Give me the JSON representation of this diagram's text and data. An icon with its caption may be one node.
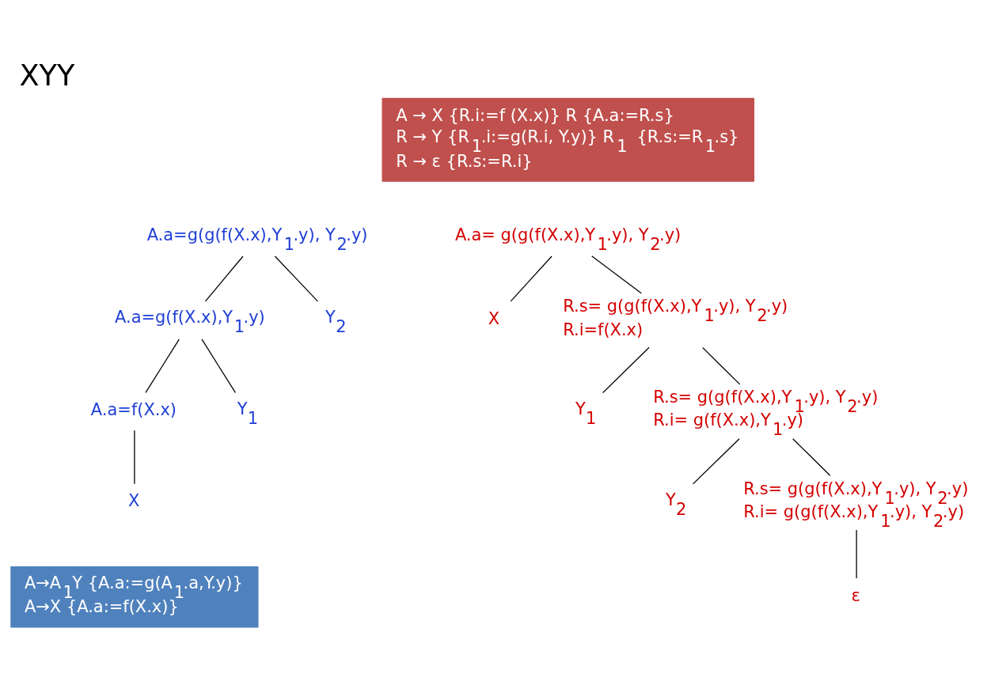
{
  "diagram": {
    "title": "XYY",
    "nodes": [
      {
        "text": [
          "A.a=g(g(f(X.x),Y$_{1}$.y), Y$_{2}$.y)"
        ]
      },
      {
        "text": [
          "A.a=g(f(X.x),Y$_{1}$.y)"
        ]
      },
      {
        "text": [
          "Y$_{2}$"
        ]
      },
      {
        "text": [
          "A.a=f(X.x)"
        ]
      },
      {
        "text": [
          "Y$_{1}$"
        ]
      },
      {
        "text": [
          "X"
        ]
      },
      {
        "text": [
          "A.a= g(g(f(X.x),Y$_{1}$.y), Y$_{2}$.y)"
        ]
      },
      {
        "text": [
          "X"
        ]
      },
      {
        "text": [
          "R.i=f(X.x)"
        ],
        "beside": [
          "R.s= g(g(f(X.x),Y$_{1}$.y), Y$_{2}$.y)"
        ]
      },
      {
        "text": [
          "Y$_{1}$"
        ]
      },
      {
        "text": [
          "R.i= g(f(X.x),Y$_{1}$.y)"
        ],
        "beside": [
          "R.s= g(g(f(X.x),Y$_{1}$.y), Y$_{2}$.y)"
        ]
      },
      {
        "text": [
          "Y$_{2}$"
        ]
      },
      {
        "text": [
          "R.i= g(g(f(X.x),Y$_{1}$.y), Y$_{2}$.y)"
        ],
        "beside": [
          "R.s= g(g(f(X.x),Y$_{1}$.y), Y$_{2}$.y)"
        ]
      },
      {
        "text": [
          "ε"
        ]
      },
      {
        "text": [
          "A → X {R.i:=f (X.x)} R {A.a:=R.s}",
          "R → Y {R$_{1}$.i:=g(R.i, Y.y)} R$_{1}$ {R.s:=R$_{1}$.s}",
          "R → ε {R.s:=R.i}"
        ]
      },
      {
        "text": [
          "A→A$_{1}$Y {A.a:=g(A$_{1}$.a,Y.y)}",
          "A→X {A.a:=f(X.x)}"
        ]
      }
    ],
    "edges": [
      {
        "from": 0,
        "to": 1,
        "arrow": "none"
      },
      {
        "from": 0,
        "to": 2,
        "arrow": "none"
      },
      {
        "from": 1,
        "to": 3,
        "arrow": "none"
      },
      {
        "from": 1,
        "to": 4,
        "arrow": "none"
      },
      {
        "from": 3,
        "to": 5,
        "arrow": "none"
      },
      {
        "from": 6,
        "to": 7,
        "arrow": "none"
      },
      {
        "from": 6,
        "to": 8,
        "arrow": "none"
      },
      {
        "from": 8,
        "to": 9,
        "arrow": "none"
      },
      {
        "from": 8,
        "to": 10,
        "arrow": "none"
      },
      {
        "from": 10,
        "to": 11,
        "arrow": "none"
      },
      {
        "from": 10,
        "to": 12,
        "arrow": "none"
      },
      {
        "from": 12,
        "to": 13,
        "arrow": "none"
      }
    ]
  }
}
